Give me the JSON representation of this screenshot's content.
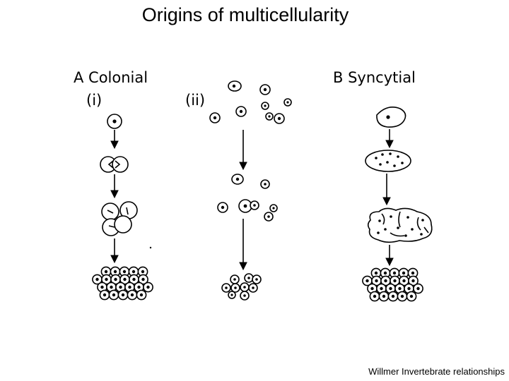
{
  "slide": {
    "title": "Origins of multicellularity",
    "credit": "Willmer Invertebrate relationships"
  },
  "figure": {
    "panel_a_heading": "A  Colonial",
    "panel_a_i_label": "(i)",
    "panel_a_ii_label": "(ii)",
    "panel_b_heading": "B  Syncytial"
  }
}
